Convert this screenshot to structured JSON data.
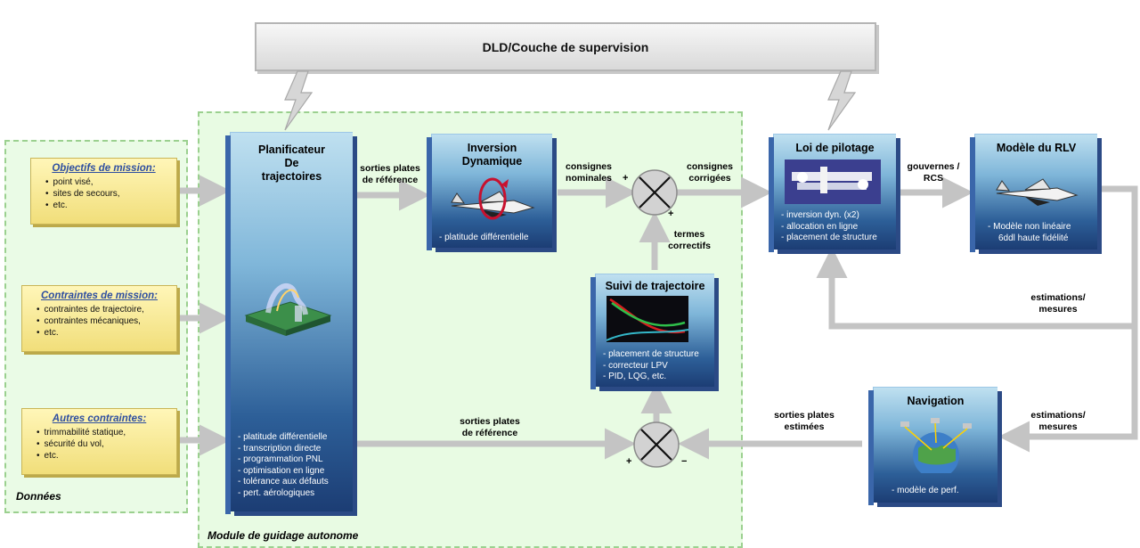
{
  "supervision": {
    "label": "DLD/Couche de supervision"
  },
  "regions": {
    "data_label": "Données",
    "module_label": "Module de guidage autonome"
  },
  "inputs": [
    {
      "title": "Objectifs de mission:",
      "items": [
        "point visé,",
        "sites de secours,",
        "etc."
      ]
    },
    {
      "title": "Contraintes de mission:",
      "items": [
        "contraintes de trajectoire,",
        "contraintes mécaniques,",
        "etc."
      ]
    },
    {
      "title": "Autres contraintes:",
      "items": [
        "trimmabilité statique,",
        "sécurité du vol,",
        "etc."
      ]
    }
  ],
  "blocks": {
    "planner": {
      "title_lines": [
        "Planificateur",
        "De",
        "trajectoires"
      ],
      "items": [
        "- platitude différentielle",
        "- transcription directe",
        "- programmation PNL",
        "- optimisation en ligne",
        "- tolérance aux défauts",
        "- pert. aérologiques"
      ]
    },
    "inversion": {
      "title_lines": [
        "Inversion",
        "Dynamique"
      ],
      "items": [
        "- platitude différentielle"
      ]
    },
    "tracking": {
      "title_lines": [
        "Suivi de trajectoire"
      ],
      "items": [
        "- placement de structure",
        "- correcteur LPV",
        "- PID, LQG, etc."
      ]
    },
    "control_law": {
      "title_lines": [
        "Loi de pilotage"
      ],
      "items": [
        "- inversion dyn. (x2)",
        "- allocation en ligne",
        "- placement de structure"
      ]
    },
    "rlv_model": {
      "title_lines": [
        "Modèle du RLV"
      ],
      "items": [
        "- Modèle non linéaire",
        "6ddl haute fidélité"
      ]
    },
    "navigation": {
      "title_lines": [
        "Navigation"
      ],
      "items": [
        "- modèle de perf."
      ]
    }
  },
  "labels": {
    "flat_ref_top": [
      "sorties plates",
      "de référence"
    ],
    "nominal": [
      "consignes",
      "nominales"
    ],
    "corrected": [
      "consignes",
      "corrigées"
    ],
    "corrective": [
      "termes",
      "correctifs"
    ],
    "rudders": [
      "gouvernes /",
      "RCS"
    ],
    "est_meas_top": [
      "estimations/",
      "mesures"
    ],
    "est_meas_bottom": [
      "estimations/",
      "mesures"
    ],
    "flat_estimated": [
      "sorties plates",
      "estimées"
    ],
    "flat_ref_bottom": [
      "sorties plates",
      "de référence"
    ]
  },
  "signs": {
    "s1_left": "+",
    "s1_bottom": "+",
    "s2_left": "+",
    "s2_right": "−"
  },
  "colors": {
    "arrow": "#c4c4c4",
    "blue_dark": "#1c3d74",
    "input_title": "#2f4fa0",
    "region_fill": "#e8fbe3"
  },
  "icons": {
    "summing_junction": "circle-cross-icon",
    "shuttle": "space-shuttle-icon",
    "lightning": "lightning-link-icon"
  }
}
